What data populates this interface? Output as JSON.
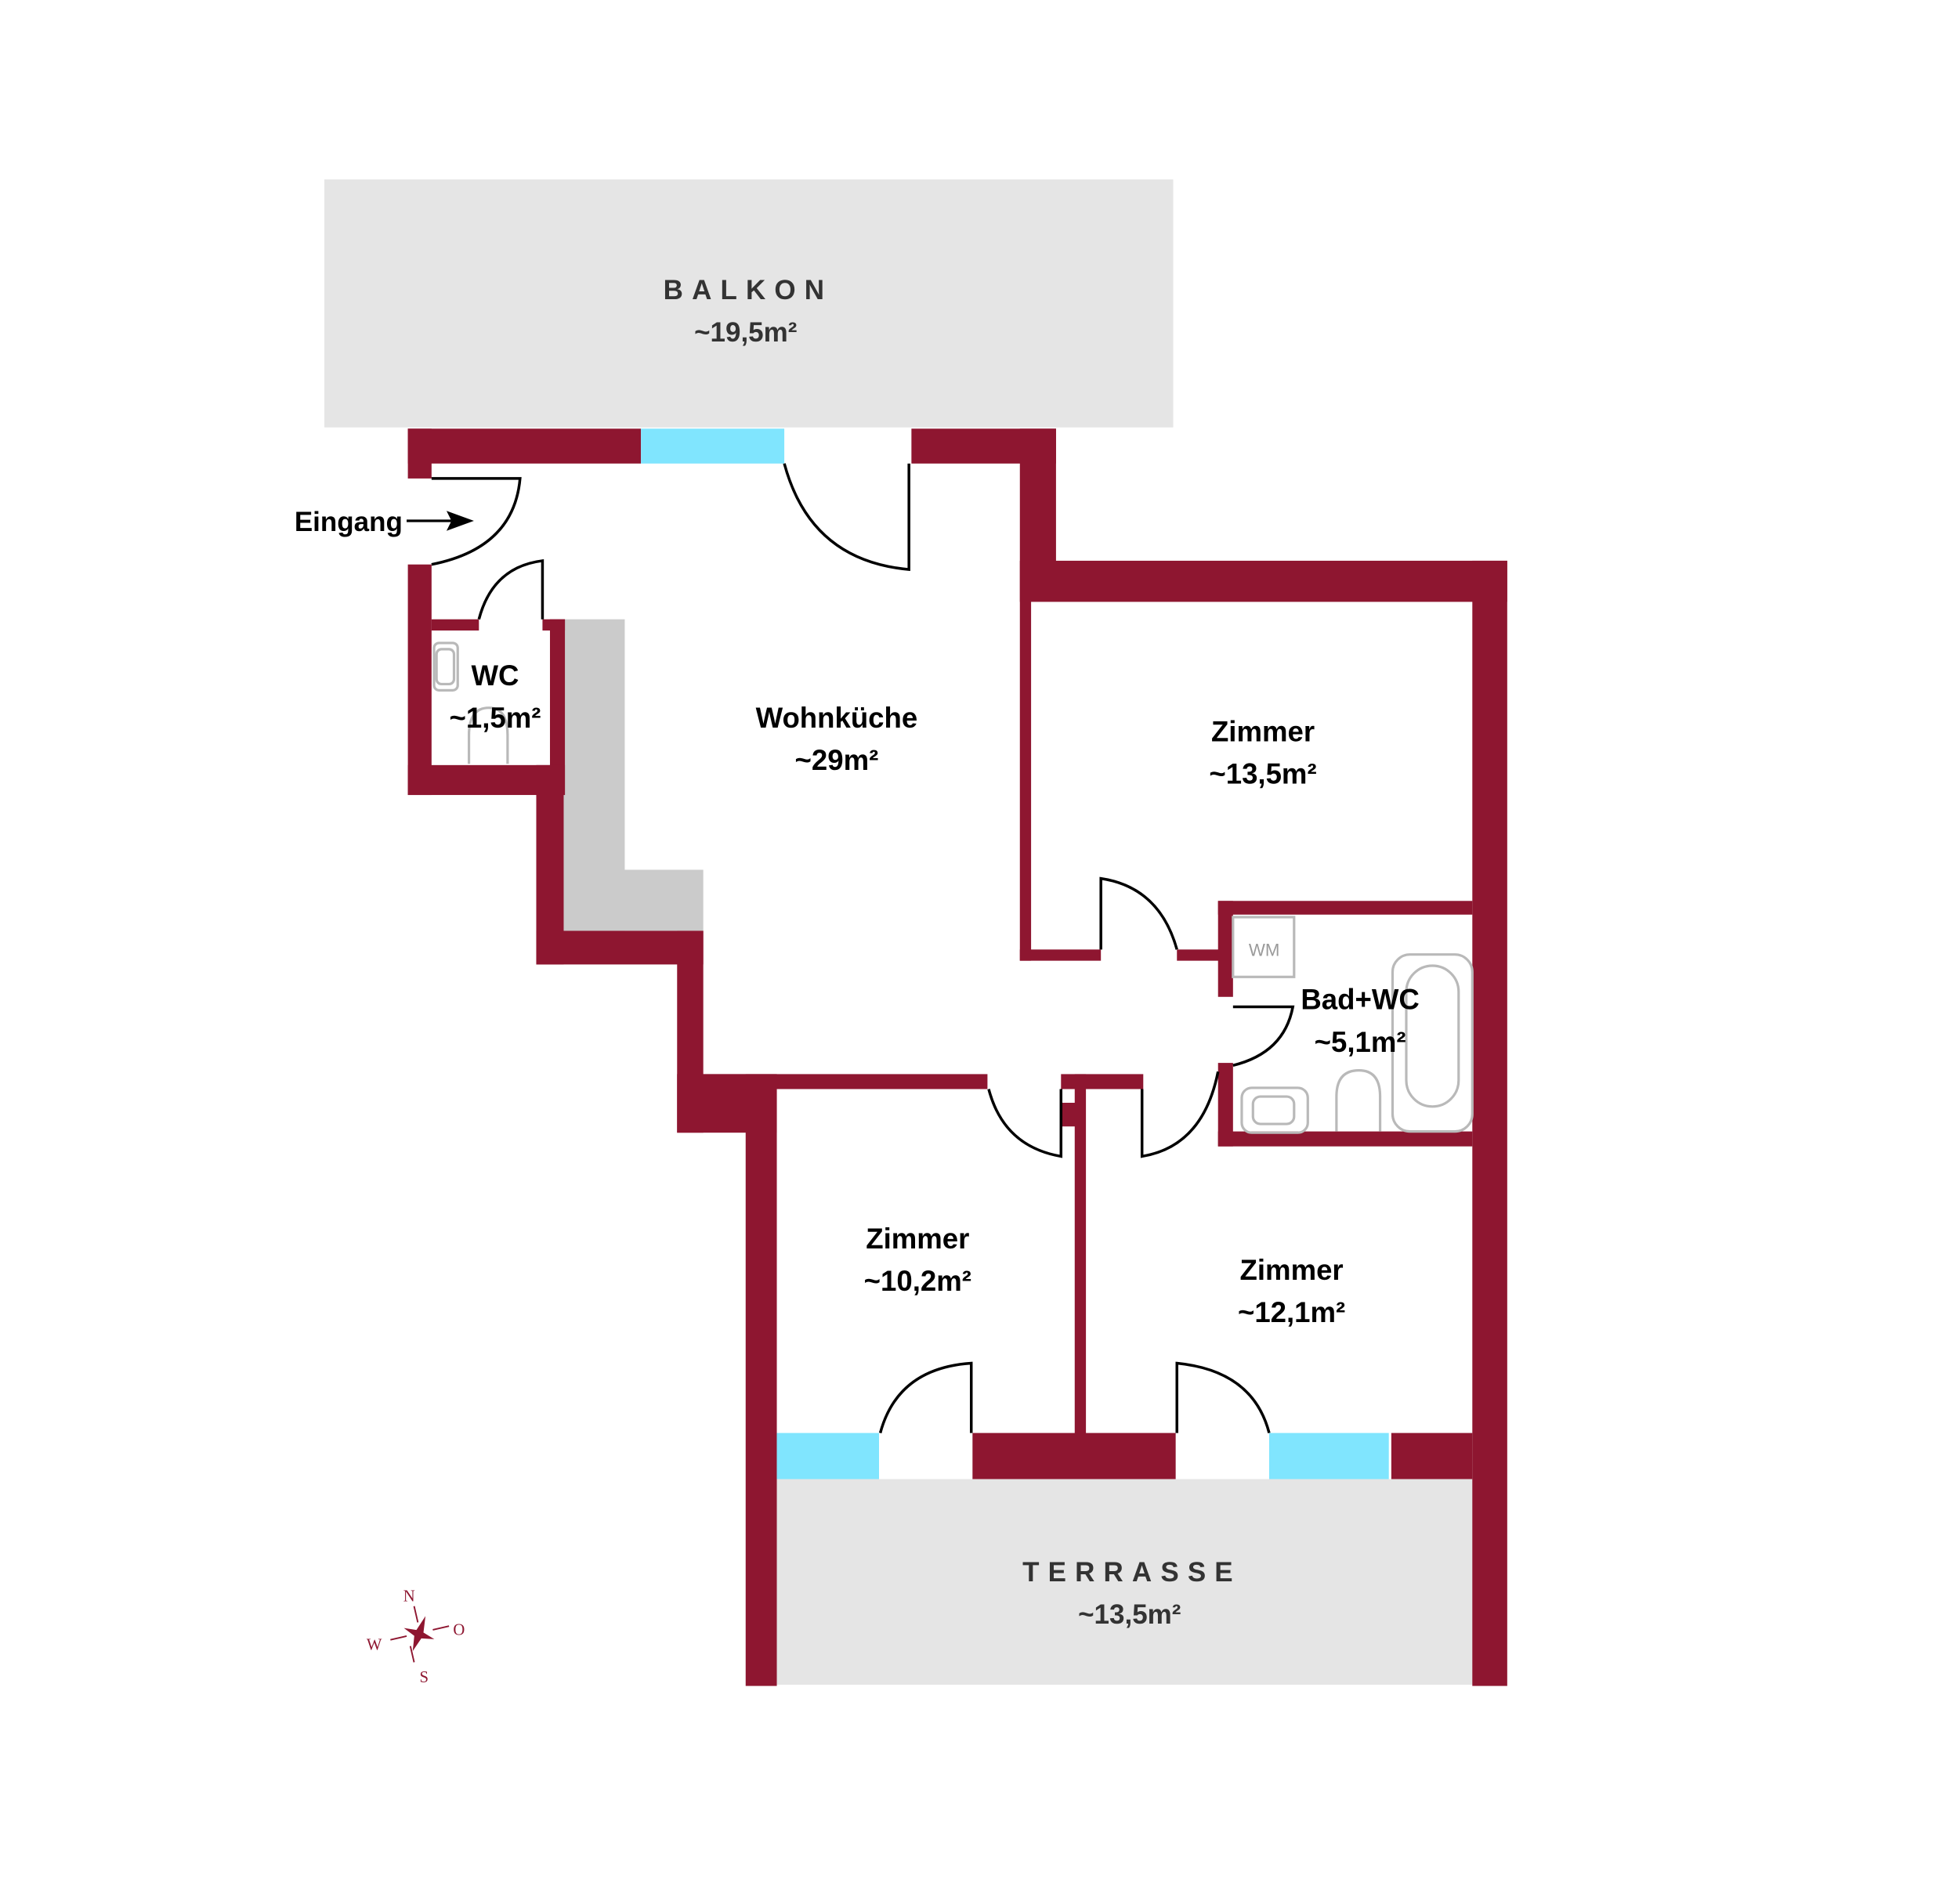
{
  "plan": {
    "colors": {
      "wall": "#8e1630",
      "window": "#80e5fe",
      "outdoor": "#e5e5e5",
      "kitchen_counter": "#cbcbcb",
      "text": "#000000",
      "outdoor_text": "#333333"
    },
    "outdoor": {
      "balkon": {
        "title": "BALKON",
        "area": "~19,5m²"
      },
      "terrasse": {
        "title": "TERRASSE",
        "area": "~13,5m²"
      }
    },
    "rooms": {
      "wohnkueche": {
        "name": "Wohnküche",
        "area": "~29m²"
      },
      "wc": {
        "name": "WC",
        "area": "~1,5m²"
      },
      "zimmer_ne": {
        "name": "Zimmer",
        "area": "~13,5m²"
      },
      "bad": {
        "name": "Bad+WC",
        "area": "~5,1m²"
      },
      "zimmer_sw": {
        "name": "Zimmer",
        "area": "~10,2m²"
      },
      "zimmer_se": {
        "name": "Zimmer",
        "area": "~12,1m²"
      }
    },
    "fixtures": {
      "washing_machine": "WM"
    },
    "entrance": {
      "label": "Eingang"
    },
    "compass": {
      "n": "N",
      "s": "S",
      "w": "W",
      "o": "O"
    }
  }
}
